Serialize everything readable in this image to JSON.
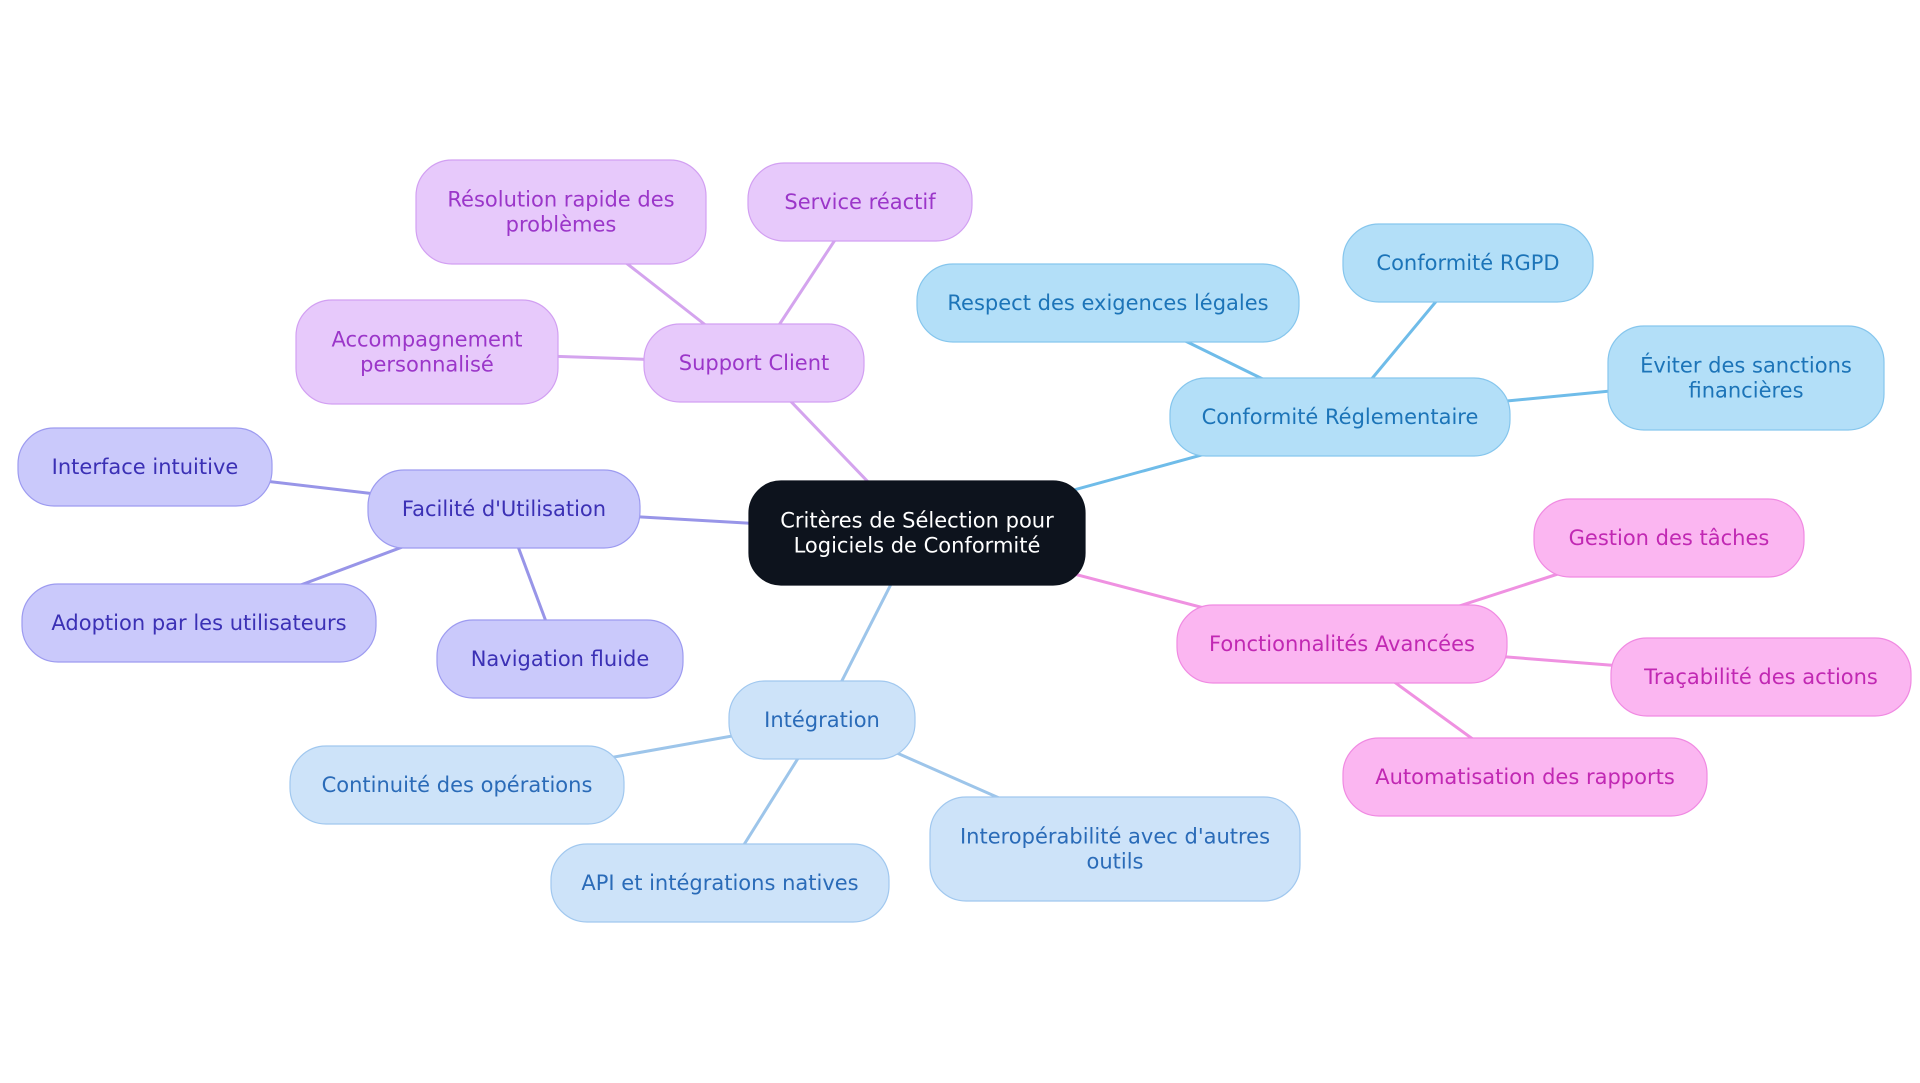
{
  "root": {
    "lines": [
      "Critères de Sélection pour",
      "Logiciels de Conformité"
    ]
  },
  "branches": [
    {
      "key": "conformite",
      "lines": [
        "Conformité Réglementaire"
      ],
      "children": [
        {
          "lines": [
            "Conformité RGPD"
          ]
        },
        {
          "lines": [
            "Respect des exigences légales"
          ]
        },
        {
          "lines": [
            "Éviter des sanctions",
            "financières"
          ]
        }
      ]
    },
    {
      "key": "fonctionnalites",
      "lines": [
        "Fonctionnalités Avancées"
      ],
      "children": [
        {
          "lines": [
            "Gestion des tâches"
          ]
        },
        {
          "lines": [
            "Traçabilité des actions"
          ]
        },
        {
          "lines": [
            "Automatisation des rapports"
          ]
        }
      ]
    },
    {
      "key": "integration",
      "lines": [
        "Intégration"
      ],
      "children": [
        {
          "lines": [
            "Continuité des opérations"
          ]
        },
        {
          "lines": [
            "API et intégrations natives"
          ]
        },
        {
          "lines": [
            "Interopérabilité avec d'autres",
            "outils"
          ]
        }
      ]
    },
    {
      "key": "facilite",
      "lines": [
        "Facilité d'Utilisation"
      ],
      "children": [
        {
          "lines": [
            "Interface intuitive"
          ]
        },
        {
          "lines": [
            "Adoption par les utilisateurs"
          ]
        },
        {
          "lines": [
            "Navigation fluide"
          ]
        }
      ]
    },
    {
      "key": "support",
      "lines": [
        "Support Client"
      ],
      "children": [
        {
          "lines": [
            "Résolution rapide des",
            "problèmes"
          ]
        },
        {
          "lines": [
            "Service réactif"
          ]
        },
        {
          "lines": [
            "Accompagnement",
            "personnalisé"
          ]
        }
      ]
    }
  ],
  "colors": {
    "root": {
      "fill": "#0d131d",
      "text": "#ffffff"
    },
    "conformite": {
      "fill": "#b3dff8",
      "stroke": "#86c6ed",
      "text": "#1c74b8",
      "edge": "#6fbce9"
    },
    "fonctionnalites": {
      "fill": "#fbb6f1",
      "stroke": "#f08ae2",
      "text": "#c128b3",
      "edge": "#ef91e1"
    },
    "integration": {
      "fill": "#cde3f9",
      "stroke": "#a1c8ef",
      "text": "#2a6bb8",
      "edge": "#9dc5ea"
    },
    "facilite": {
      "fill": "#cac9fb",
      "stroke": "#9d9bf0",
      "text": "#3b30b5",
      "edge": "#9895e8"
    },
    "support": {
      "fill": "#e7c9fb",
      "stroke": "#d2a0f2",
      "text": "#9b36c9",
      "edge": "#d4a4ee"
    }
  }
}
